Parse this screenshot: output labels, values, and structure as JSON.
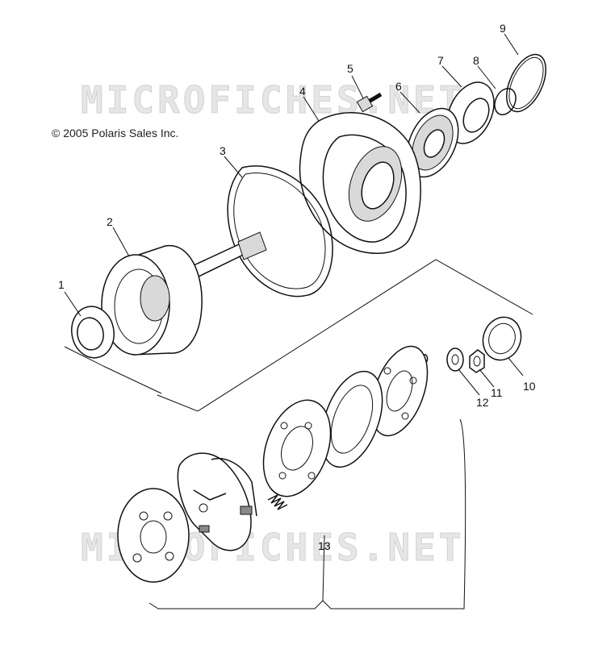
{
  "copyright": "© 2005 Polaris Sales Inc.",
  "watermarks": [
    "MICROFICHES.NET",
    "MICROFICHES.NET"
  ],
  "callouts": [
    "1",
    "2",
    "3",
    "4",
    "5",
    "6",
    "7",
    "8",
    "9",
    "10",
    "11",
    "12",
    "13"
  ]
}
